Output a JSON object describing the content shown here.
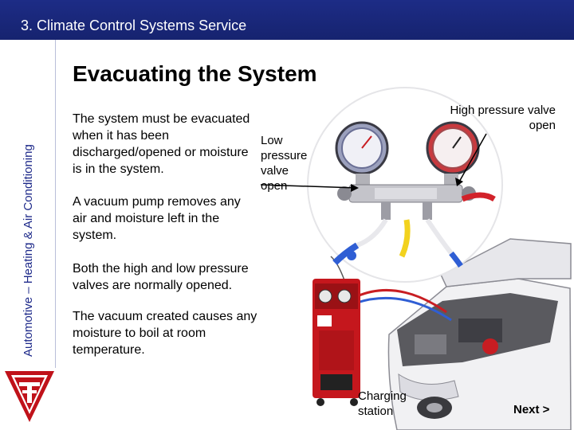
{
  "header": {
    "title": "3. Climate Control Systems Service"
  },
  "sidebar": {
    "label": "Automotive – Heating & Air Conditioning"
  },
  "page": {
    "title": "Evacuating the System"
  },
  "paragraphs": [
    "The system must be evacuated when it has been discharged/opened or moisture is in the system.",
    "A vacuum pump removes any air and moisture left in the system.",
    "Both the high and low pressure valves are normally opened.",
    "The vacuum created causes any moisture to boil at room temperature."
  ],
  "callouts": {
    "low_pressure": "Low pressure valve open",
    "high_pressure": "High pressure valve open",
    "charging_station": "Charging station"
  },
  "nav": {
    "next_label": "Next >"
  },
  "colors": {
    "header": "#1d2c86",
    "accent": "#c0121a",
    "text": "#000000"
  },
  "icons": {
    "logo": "tf-logo",
    "manifold": "manifold-gauge-set",
    "station": "charging-station",
    "car": "car-engine-bay"
  }
}
